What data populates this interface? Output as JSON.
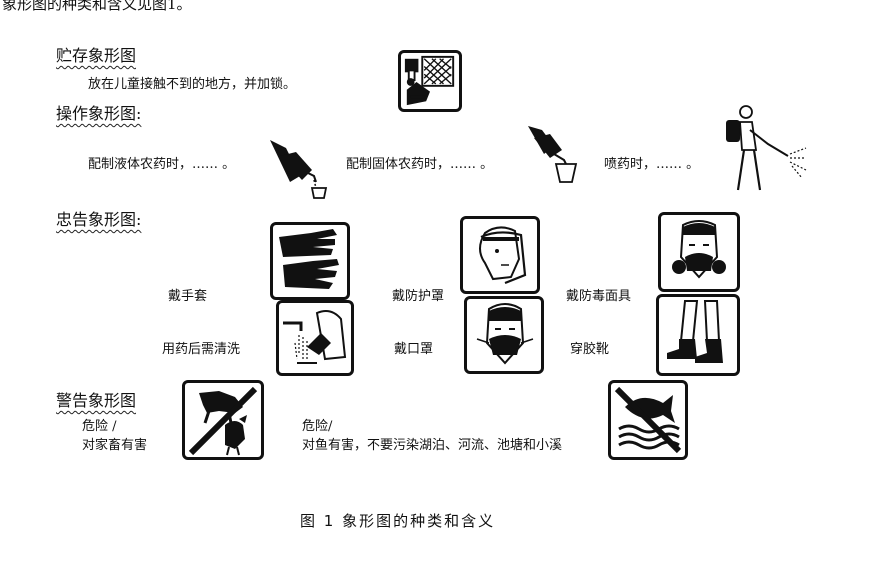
{
  "top_line": "象形图的种类和含义见图1。",
  "storage": {
    "heading": "贮存象形图",
    "desc": "放在儿童接触不到的地方，并加锁。"
  },
  "operation": {
    "heading": "操作象形图:",
    "items": [
      "配制液体农药时，…… 。",
      "配制固体农药时，…… 。",
      "喷药时，…… 。"
    ]
  },
  "advice": {
    "heading": "忠告象形图:",
    "items": [
      "戴手套",
      "戴防护罩",
      "戴防毒面具",
      "用药后需清洗",
      "戴口罩",
      "穿胶靴"
    ]
  },
  "warning": {
    "heading": "警告象形图",
    "livestock": [
      "危险 /",
      "对家畜有害"
    ],
    "fish": [
      "危险/",
      "对鱼有害，不要污染湖泊、河流、池塘和小溪"
    ]
  },
  "caption": "图 1   象形图的种类和含义",
  "icons": [
    "lock-cabinet-icon",
    "liquid-pour-icon",
    "solid-pour-icon",
    "sprayer-person-icon",
    "gloves-icon",
    "face-shield-icon",
    "gas-mask-icon",
    "wash-hands-icon",
    "dust-mask-icon",
    "rubber-boots-icon",
    "no-livestock-icon",
    "no-fish-icon"
  ]
}
